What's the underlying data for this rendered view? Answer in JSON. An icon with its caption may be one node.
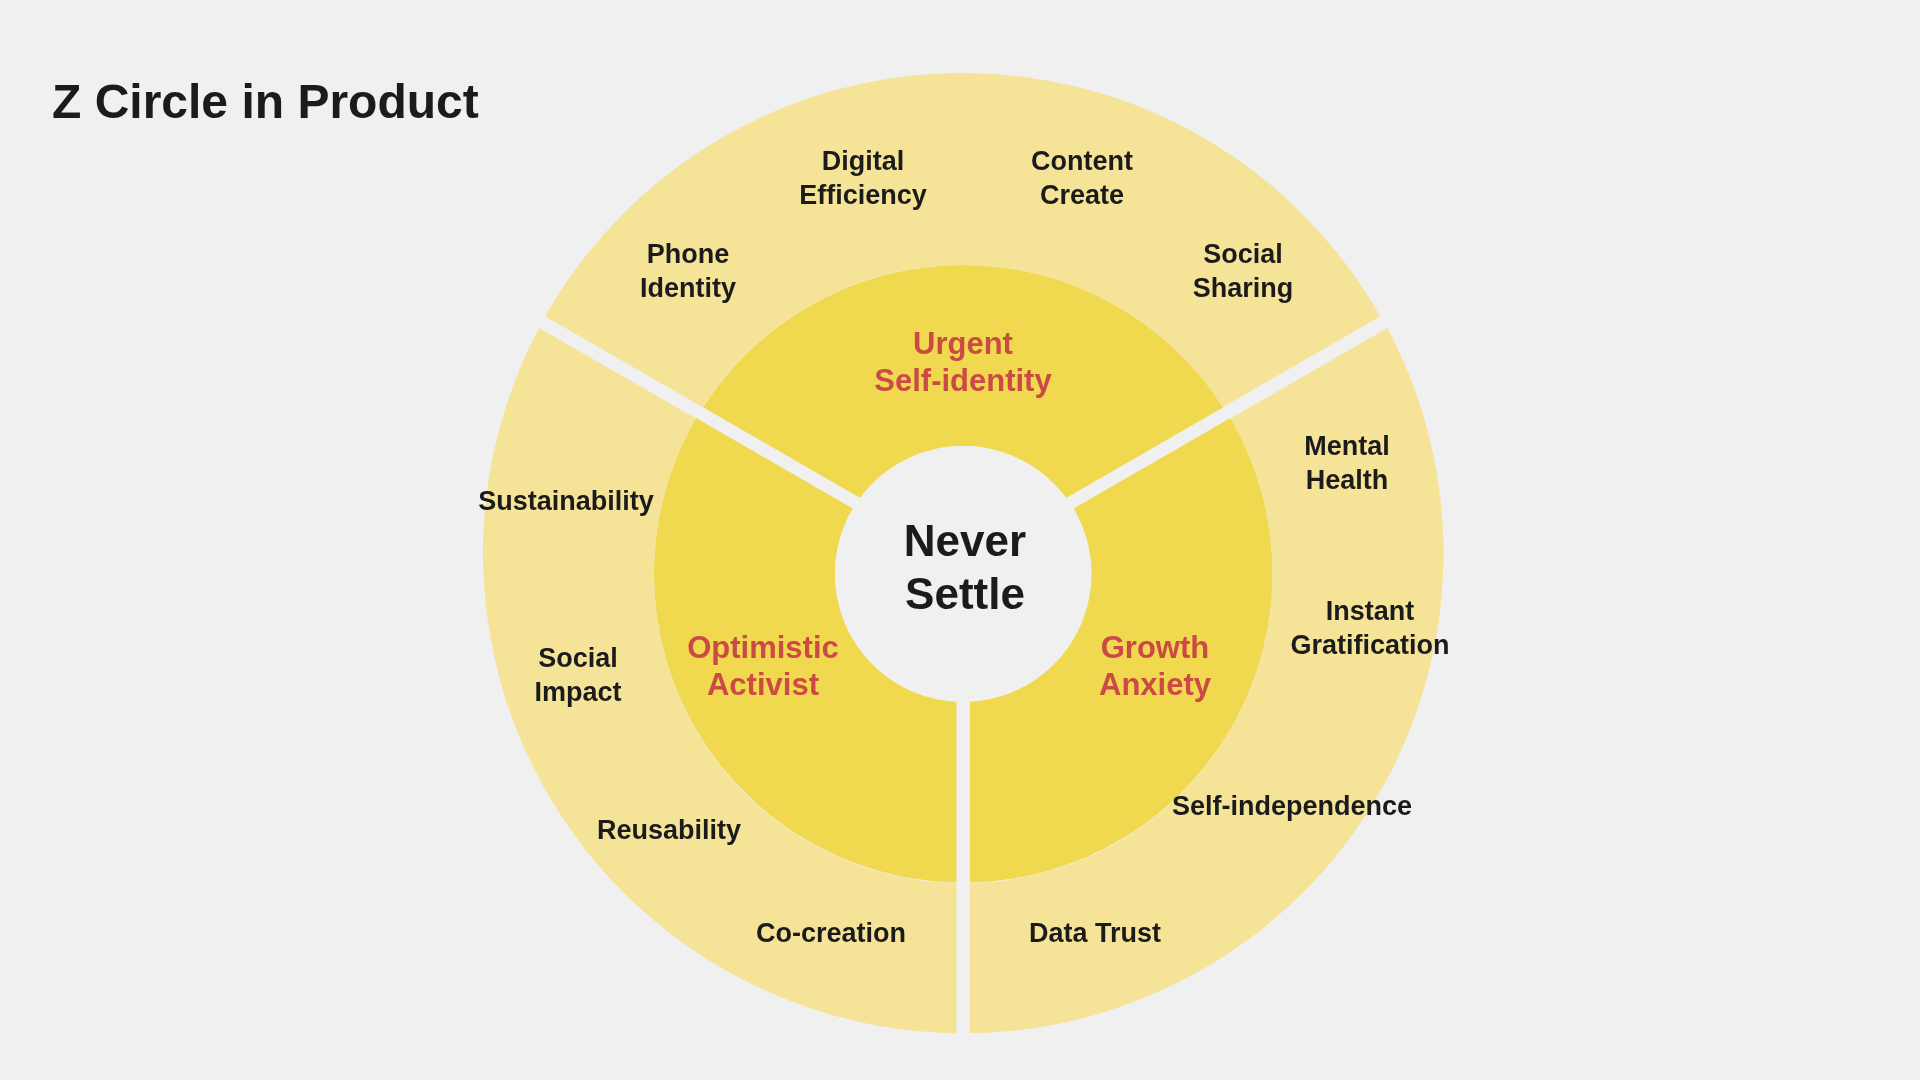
{
  "diagram": {
    "title": "Z Circle in Product",
    "nodes": [
      {
        "text": [
          "Never Settle"
        ]
      },
      {
        "text": [
          "Urgent Self-identity"
        ]
      },
      {
        "text": [
          "Phone Identity",
          "Digital Efficiency",
          "Content Create",
          "Social Sharing"
        ]
      },
      {
        "text": [
          "Growth Anxiety"
        ]
      },
      {
        "text": [
          "Mental Health",
          "Instant Gratification",
          "Self-independence",
          "Data Trust"
        ]
      },
      {
        "text": [
          "Optimistic Activist"
        ]
      },
      {
        "text": [
          "Sustainability",
          "Social Impact",
          "Reusability",
          "Co-creation"
        ]
      }
    ]
  }
}
